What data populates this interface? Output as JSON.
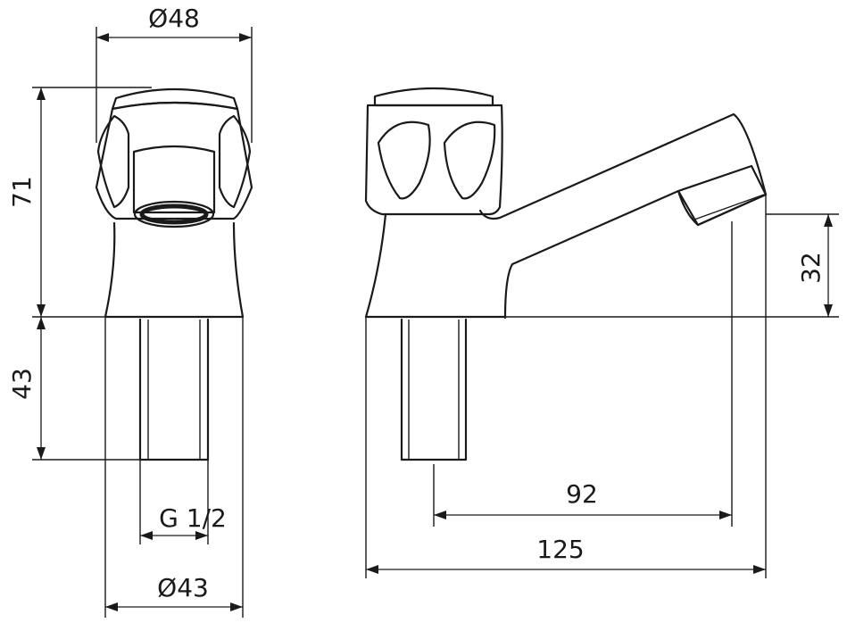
{
  "dimensions": {
    "top_diameter": "Ø48",
    "total_height": "71",
    "shank_length": "43",
    "thread": "G 1/2",
    "base_diameter": "Ø43",
    "outlet_height": "32",
    "spout_reach": "92",
    "overall_length": "125"
  }
}
